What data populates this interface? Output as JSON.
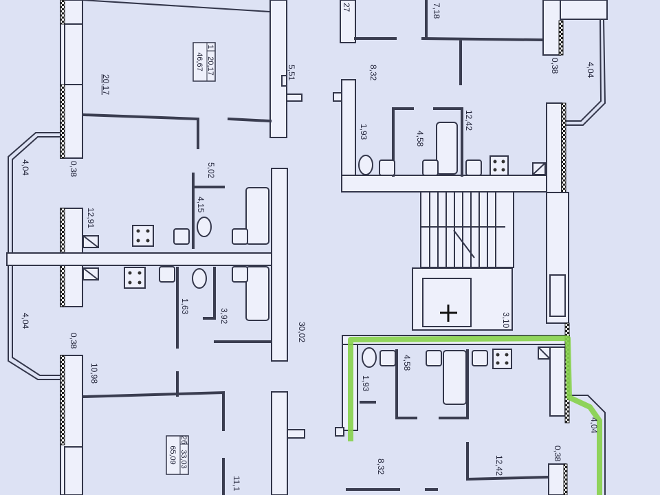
{
  "plan": {
    "apartment_1": {
      "number": "1",
      "living_area": "20,17",
      "total_area": "46,67"
    },
    "apartment_2": {
      "number": "2б",
      "living_area": "33,03",
      "total_area": "65,09"
    },
    "dimensions": {
      "d_top_27": "27",
      "d_top_718": "7,18",
      "d_room_2017": "20,17",
      "d_551": "5,51",
      "d_832_top": "8,32",
      "d_038_tr": "0,38",
      "d_404_tr": "4,04",
      "d_193_top": "1,93",
      "d_458_top": "4,58",
      "d_1242_top": "12,42",
      "d_404_l1": "4,04",
      "d_038_l1": "0,38",
      "d_502": "5,02",
      "d_415": "4,15",
      "d_1291": "12,91",
      "d_163": "1,63",
      "d_392": "3,92",
      "d_3002": "30,02",
      "d_404_l2": "4,04",
      "d_038_l2": "0,38",
      "d_1098": "10,98",
      "d_310": "3,10",
      "d_458_bot": "4,58",
      "d_193_bot": "1,93",
      "d_404_br": "4,04",
      "d_038_br": "0,38",
      "d_832_bot": "8,32",
      "d_1242_bot": "12,42",
      "d_111": "11,1"
    },
    "highlight_color": "#86d24a",
    "background_color": "#dde2f4"
  }
}
